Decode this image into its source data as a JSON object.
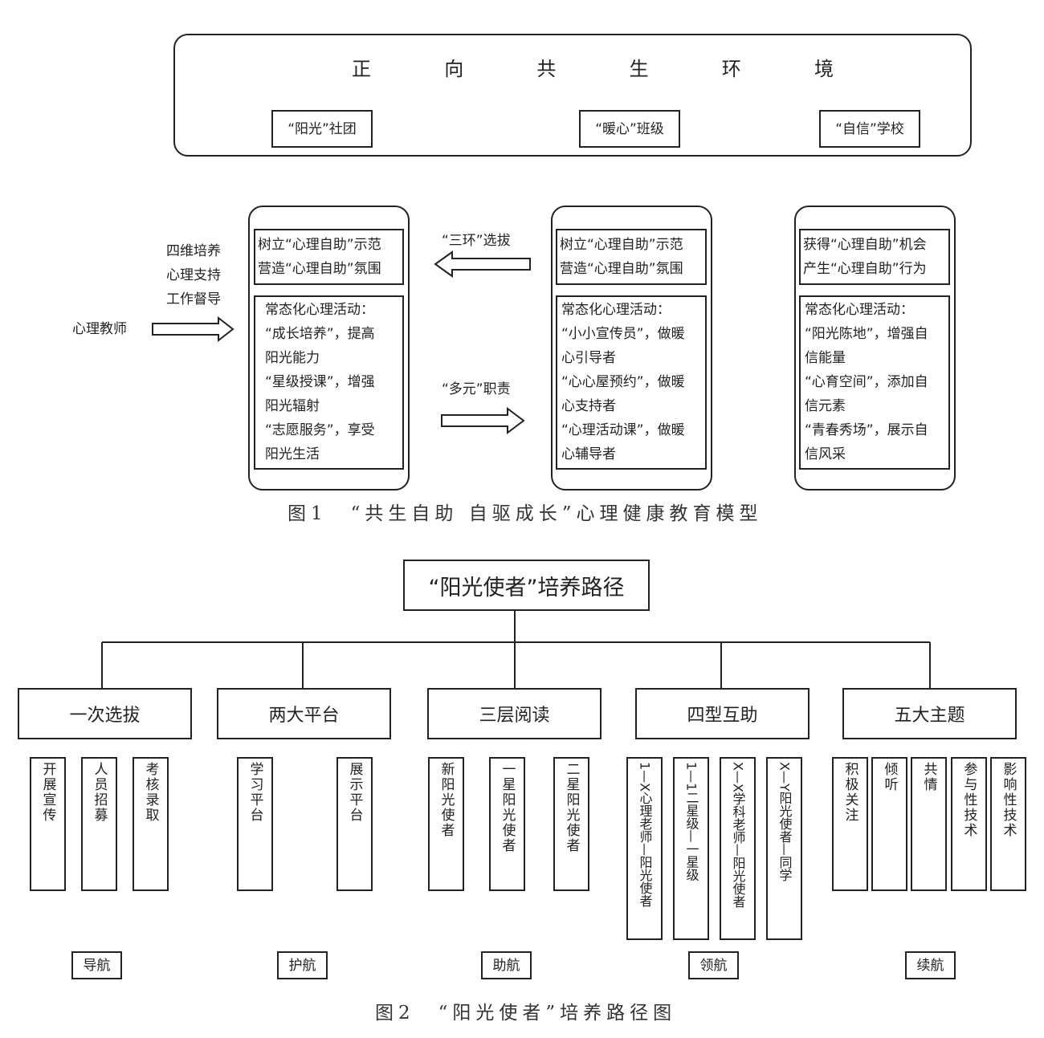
{
  "figure1": {
    "environment": {
      "title_chars": [
        "正",
        "向",
        "共",
        "生",
        "环",
        "境"
      ],
      "tags": [
        "“阳光”社团",
        "“暖心”班级",
        "“自信”学校"
      ]
    },
    "left_labels": [
      "四维培养",
      "心理支持",
      "工作督导"
    ],
    "teacher": "心理教师",
    "arrow_labels": {
      "selection": "“三环”选拔",
      "duties": "“多元”职责"
    },
    "columns": [
      {
        "top": [
          "树立“心理自助”示范",
          "营造“心理自助”氛围"
        ],
        "bottom": [
          "常态化心理活动：",
          "“成长培养”，提高",
          "阳光能力",
          "“星级授课”，增强",
          "阳光辐射",
          "“志愿服务”，享受",
          "阳光生活"
        ]
      },
      {
        "top": [
          "树立“心理自助”示范",
          "营造“心理自助”氛围"
        ],
        "bottom": [
          "常态化心理活动：",
          "“小小宣传员”，做暖",
          "心引导者",
          "“心心屋预约”，做暖",
          "心支持者",
          "“心理活动课”，做暖",
          "心辅导者"
        ]
      },
      {
        "top": [
          "获得“心理自助”机会",
          "产生“心理自助”行为"
        ],
        "bottom": [
          "常态化心理活动：",
          "“阳光陈地”，增强自",
          "信能量",
          "“心育空间”，添加自",
          "信元素",
          "“青春秀场”，展示自",
          "信风采"
        ]
      }
    ],
    "caption": "图1　“共生自助 自驱成长”心理健康教育模型"
  },
  "figure2": {
    "root": "“阳光使者”培养路径",
    "categories": [
      {
        "label": "一次选拔",
        "items": [
          "开展宣传",
          "人员招募",
          "考核录取"
        ],
        "footer": "导航"
      },
      {
        "label": "两大平台",
        "items": [
          "学习平台",
          "展示平台"
        ],
        "footer": "护航"
      },
      {
        "label": "三层阅读",
        "items": [
          "新阳光使者",
          "一星阳光使者",
          "二星阳光使者"
        ],
        "footer": "助航"
      },
      {
        "label": "四型互助",
        "items": [
          "1—X心理老师—阳光使者",
          "1—1二星级—一星级",
          "X—X学科老师—阳光使者",
          "X—Y阳光使者—同学"
        ],
        "footer": "领航"
      },
      {
        "label": "五大主题",
        "items": [
          "积极关注",
          "倾听",
          "共情",
          "参与性技术",
          "影响性技术"
        ],
        "footer": "续航"
      }
    ],
    "caption": "图2　“阳光使者”培养路径图"
  }
}
